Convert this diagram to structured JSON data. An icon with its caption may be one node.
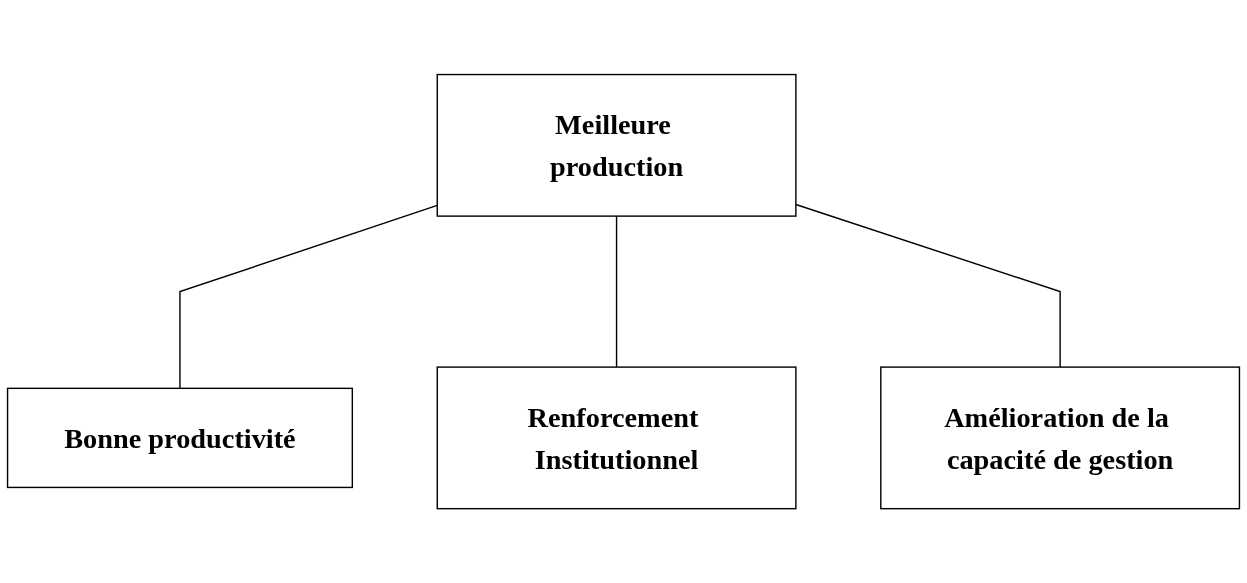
{
  "diagram": {
    "nodes": [
      {
        "text": [
          "Meilleure production"
        ]
      },
      {
        "text": [
          "Bonne productivité"
        ]
      },
      {
        "text": [
          "Renforcement Institutionnel"
        ]
      },
      {
        "text": [
          "Amélioration de la capacité de gestion"
        ]
      }
    ],
    "edges": [
      {
        "from": 0,
        "to": 1,
        "arrow": "none"
      },
      {
        "from": 0,
        "to": 2,
        "arrow": "none"
      },
      {
        "from": 0,
        "to": 3,
        "arrow": "none"
      }
    ]
  }
}
